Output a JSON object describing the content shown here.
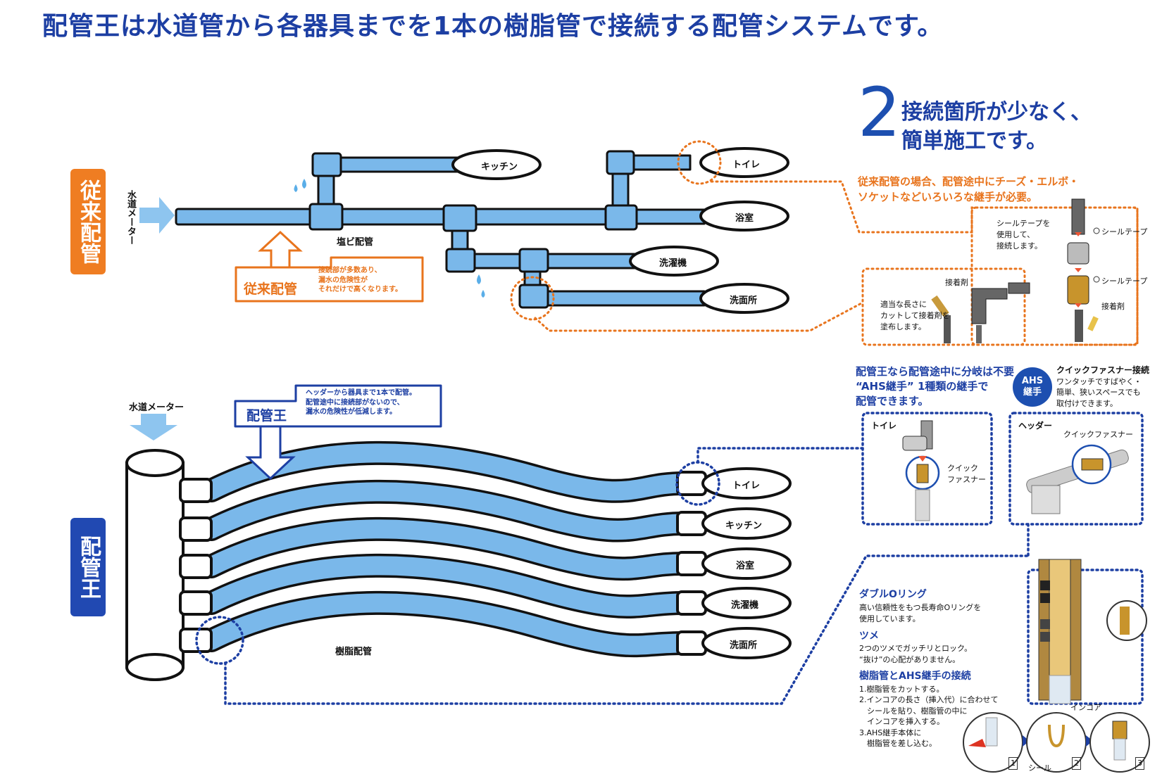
{
  "title": "配管王は水道管から各器具までを1本の樹脂管で接続する配管システムです。",
  "point": {
    "number": "2",
    "line1": "接続箇所が少なく、",
    "line2": "簡単施工です。"
  },
  "conventional": {
    "tag": "従来配管",
    "meter_label": "水道メーター",
    "pipe_label": "塩ビ配管",
    "callout_title": "従来配管",
    "callout_text": [
      "接続部が多数あり、",
      "漏水の危険性が",
      "それだけで高くなります。"
    ],
    "fixtures": [
      "キッチン",
      "トイレ",
      "浴室",
      "洗濯機",
      "洗面所"
    ],
    "note": [
      "従来配管の場合、配管途中にチーズ・エルボ・",
      "ソケットなどいろいろな継手が必要。"
    ],
    "detail_left": [
      "適当な長さに",
      "カットして接着剤を",
      "塗布します。"
    ],
    "detail_left_label": "接着剤",
    "detail_right": [
      "シールテープを",
      "使用して、",
      "接続します。"
    ],
    "detail_right_labels": [
      "シールテープ",
      "シールテープ",
      "接着剤"
    ]
  },
  "haikanou": {
    "tag": "配管王",
    "meter_label": "水道メーター",
    "pipe_label": "樹脂配管",
    "callout_title": "配管王",
    "callout_text": [
      "ヘッダーから器具まで1本で配管。",
      "配管途中に接続部がないので、",
      "漏水の危険性が低減します。"
    ],
    "fixtures": [
      "トイレ",
      "キッチン",
      "浴室",
      "洗濯機",
      "洗面所"
    ],
    "note": [
      "配管王なら配管途中に分岐は不要",
      "“AHS継手” 1種類の継手で",
      "配管できます。"
    ],
    "ahs_badge": [
      "AHS",
      "継手"
    ],
    "ahs_title": "クイックファスナー接続",
    "ahs_text": [
      "ワンタッチですばやく・",
      "簡単、狭いスペースでも",
      "取付けできます。"
    ],
    "box_toilet_title": "トイレ",
    "box_toilet_label": [
      "クイック",
      "ファスナー"
    ],
    "box_header_title": "ヘッダー",
    "box_header_label": "クイックファスナー"
  },
  "details": {
    "oring_title": "ダブルOリング",
    "oring_text": [
      "高い信頼性をもつ長寿命Oリングを",
      "使用しています。"
    ],
    "tsume_title": "ツメ",
    "tsume_text": [
      "2つのツメでガッチリとロック。",
      "“抜け”の心配がありません。"
    ],
    "connect_title": "樹脂管とAHS継手の接続",
    "steps": [
      "1.樹脂管をカットする。",
      "2.インコアの長さ（挿入代）に合わせて",
      "　シールを貼り、樹脂管の中に",
      "　インコアを挿入する。",
      "3.AHS継手本体に",
      "　樹脂管を差し込む。"
    ],
    "incore_label": "インコア",
    "seal_label": "シール",
    "step_nums": [
      "1",
      "2",
      "3"
    ]
  },
  "colors": {
    "blue_title": "#1d3fa3",
    "orange": "#e8741d",
    "pipe": "#7ab8ea"
  }
}
